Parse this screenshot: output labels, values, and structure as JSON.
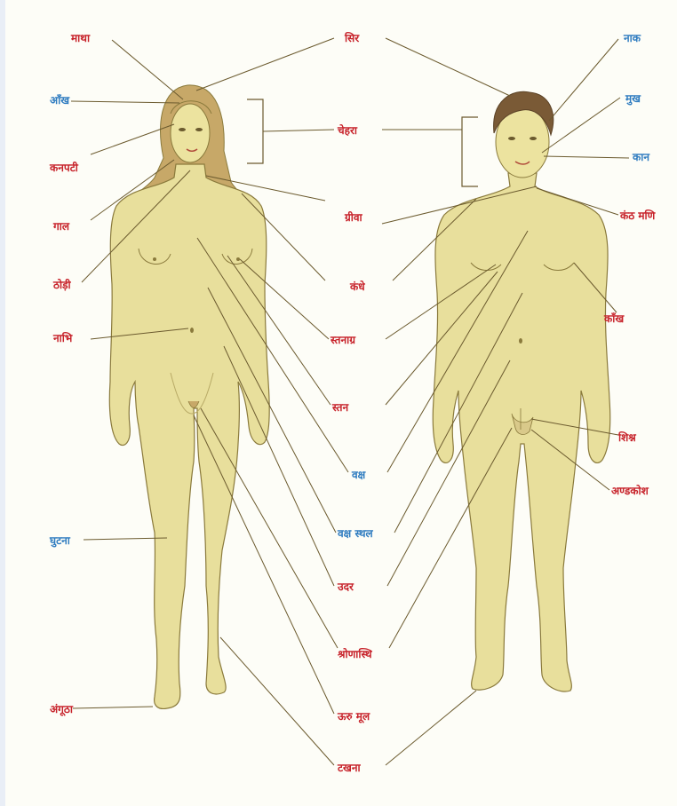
{
  "colors": {
    "red_label": "#c7222a",
    "blue_label": "#2f7cc0",
    "skin": "#e8df9c",
    "outline": "#8a7a3c",
    "hair_female": "#c7a868",
    "hair_male": "#7a5a36",
    "leader_line": "#6b5a2e"
  },
  "labels": {
    "matha": "माथा",
    "sir": "सिर",
    "naak": "नाक",
    "aankh": "आँख",
    "mukh": "मुख",
    "chehra": "चेहरा",
    "kanpati": "कनपटी",
    "kaan": "कान",
    "gaal": "गाल",
    "greeva": "ग्रीवा",
    "kanth_mani": "कंठ मणि",
    "thodi": "ठोड़ी",
    "kandhe": "कंधे",
    "kaankh": "काँख",
    "nabhi": "नाभि",
    "stanagra": "स्तनाग्र",
    "stan": "स्तन",
    "shishn": "शिश्न",
    "vaksh": "वक्ष",
    "andkosh": "अण्डकोश",
    "ghutna": "घुटना",
    "vaksh_sthal": "वक्ष स्थल",
    "udar": "उदर",
    "shronasthi": "श्रोणास्थि",
    "angutha": "अंगूठा",
    "uru_mool": "ऊरु मूल",
    "takhna": "टखना"
  }
}
